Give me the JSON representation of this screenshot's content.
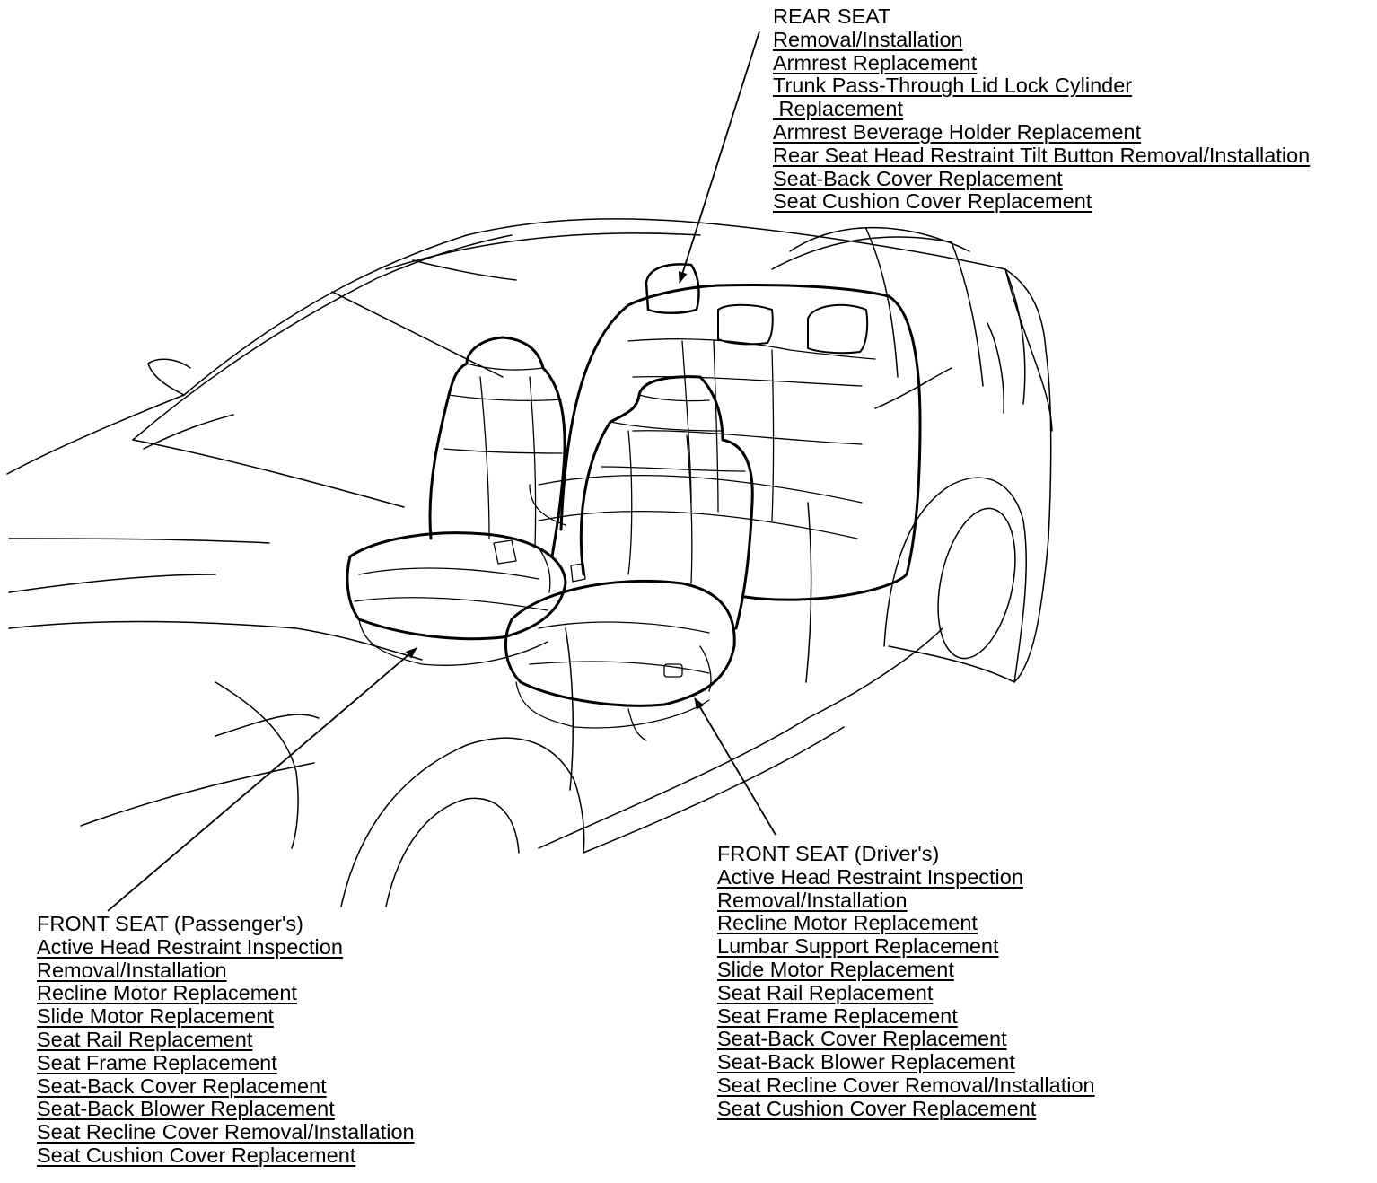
{
  "rear_seat": {
    "heading": "REAR SEAT",
    "links": [
      "Removal/Installation",
      "Armrest Replacement",
      "Trunk Pass-Through Lid Lock Cylinder",
      " Replacement",
      "Armrest Beverage Holder Replacement",
      "Rear Seat Head Restraint Tilt Button Removal/Installation",
      "Seat-Back Cover Replacement",
      "Seat Cushion Cover Replacement"
    ]
  },
  "front_seat_driver": {
    "heading": "FRONT SEAT (Driver's)",
    "links": [
      "Active Head Restraint Inspection",
      "Removal/Installation",
      "Recline Motor Replacement",
      "Lumbar Support Replacement",
      "Slide Motor Replacement",
      "Seat Rail Replacement",
      "Seat Frame Replacement",
      "Seat-Back Cover Replacement",
      "Seat-Back Blower Replacement",
      "Seat Recline Cover Removal/Installation",
      "Seat Cushion Cover Replacement"
    ]
  },
  "front_seat_passenger": {
    "heading": "FRONT SEAT (Passenger's)",
    "links": [
      "Active Head Restraint Inspection",
      "Removal/Installation",
      "Recline Motor Replacement",
      "Slide Motor Replacement",
      "Seat Rail Replacement",
      "Seat Frame Replacement",
      "Seat-Back Cover Replacement",
      "Seat-Back Blower Replacement",
      "Seat Recline Cover Removal/Installation",
      "Seat Cushion Cover Replacement"
    ]
  },
  "colors": {
    "line": "#000000",
    "background": "#ffffff"
  }
}
